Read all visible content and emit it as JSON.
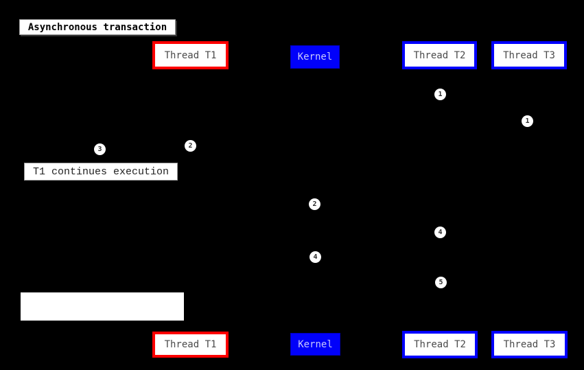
{
  "diagram": {
    "title_label": "Asynchronous transaction",
    "note_label": "T1 continues execution",
    "participants": [
      {
        "label": "Thread T1",
        "style": "white box, thick red border"
      },
      {
        "label": "Kernel",
        "style": "solid blue box, light blue text"
      },
      {
        "label": "Thread T2",
        "style": "white box, thick blue border"
      },
      {
        "label": "Thread T3",
        "style": "white box, thick blue border"
      }
    ],
    "sequence_markers": [
      {
        "label": "1"
      },
      {
        "label": "1"
      },
      {
        "label": "2"
      },
      {
        "label": "3"
      },
      {
        "label": "2"
      },
      {
        "label": "4"
      },
      {
        "label": "4"
      },
      {
        "label": "5"
      }
    ],
    "colors": {
      "background": "#000000",
      "thread_t1_border": "#ff0000",
      "thread_t2_t3_border": "#0000ff",
      "kernel_fill": "#0101fa",
      "kernel_text": "#c9c9fc",
      "box_fill": "#ffffff",
      "participant_text": "#4a4a4a",
      "title_text": "#000000",
      "note_text": "#1f1f1f",
      "marker_fill": "#ffffff",
      "marker_text": "#2b2b2b"
    }
  }
}
